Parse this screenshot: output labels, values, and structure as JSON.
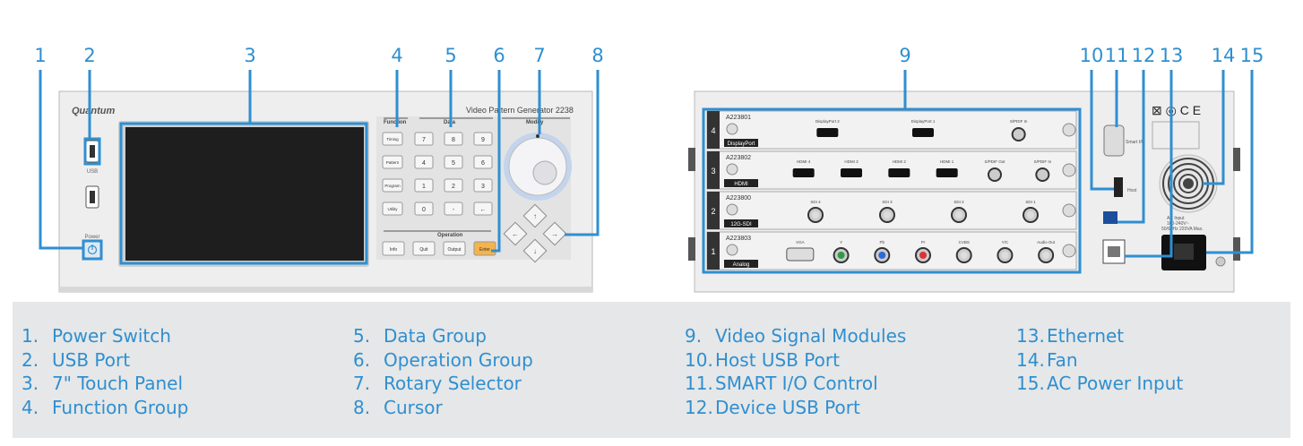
{
  "callout_numbers": [
    "1",
    "2",
    "3",
    "4",
    "5",
    "6",
    "7",
    "8",
    "9",
    "10",
    "11",
    "12",
    "13",
    "14",
    "15"
  ],
  "front_panel": {
    "title": "Video Pattern Generator 2238",
    "brand": "Quantum",
    "usb_label": "USB",
    "power_label": "Power",
    "group_labels": {
      "function": "Function",
      "data": "Data",
      "modify": "Modify",
      "operation": "Operation"
    },
    "function_keys": [
      "Timing",
      "Pattern",
      "Program",
      "Utility"
    ],
    "data_keys": [
      "7",
      "8",
      "9",
      "4",
      "5",
      "6",
      "1",
      "2",
      "3",
      "0",
      "-",
      "←"
    ],
    "operation_keys": [
      "Info",
      "Quit",
      "Output",
      "Enter"
    ]
  },
  "rear_panel": {
    "modules": [
      {
        "slot": "4",
        "id": "A223801",
        "name": "DisplayPort",
        "ports": [
          "DisplayPort 2",
          "DisplayPort 1",
          "S/PDIF In"
        ]
      },
      {
        "slot": "3",
        "id": "A223802",
        "name": "HDMI",
        "ports": [
          "HDMI 4",
          "HDMI 3",
          "HDMI 2",
          "HDMI 1",
          "S/PDIF Out",
          "S/PDIF In"
        ]
      },
      {
        "slot": "2",
        "id": "A223800",
        "name": "12G-SDI",
        "ports": [
          "SDI 4",
          "SDI 3",
          "SDI 2",
          "SDI 1"
        ]
      },
      {
        "slot": "1",
        "id": "A223803",
        "name": "Analog",
        "ports": [
          "VGA",
          "Y",
          "Pb",
          "Pr",
          "CVBS",
          "Y/C",
          "Audio Out"
        ]
      }
    ],
    "host_label": "Host",
    "smart_label": "Smart I/O",
    "ac_label": "AC Input",
    "ac_rating": "100-240V~",
    "ac_freq": "50/60Hz 220VA Max."
  },
  "legend": [
    [
      {
        "n": "1.",
        "t": "Power Switch"
      },
      {
        "n": "2.",
        "t": "USB Port"
      },
      {
        "n": "3.",
        "t": "7\" Touch Panel"
      },
      {
        "n": "4.",
        "t": "Function Group"
      }
    ],
    [
      {
        "n": "5.",
        "t": "Data Group"
      },
      {
        "n": "6.",
        "t": "Operation Group"
      },
      {
        "n": "7.",
        "t": "Rotary Selector"
      },
      {
        "n": "8.",
        "t": "Cursor"
      }
    ],
    [
      {
        "n": "9.",
        "t": "Video Signal Modules"
      },
      {
        "n": "10.",
        "t": "Host  USB Port"
      },
      {
        "n": "11.",
        "t": "SMART I/O Control"
      },
      {
        "n": "12.",
        "t": "Device USB Port"
      }
    ],
    [
      {
        "n": "13.",
        "t": "Ethernet"
      },
      {
        "n": "14.",
        "t": "Fan"
      },
      {
        "n": "15.",
        "t": "AC Power Input"
      }
    ]
  ],
  "colors": {
    "accent": "#2f8fd0",
    "panel": "#eeeeee",
    "legend_bg": "#e6e7e8",
    "screen": "#1e1e1e",
    "enter_key": "#f5b34c"
  }
}
